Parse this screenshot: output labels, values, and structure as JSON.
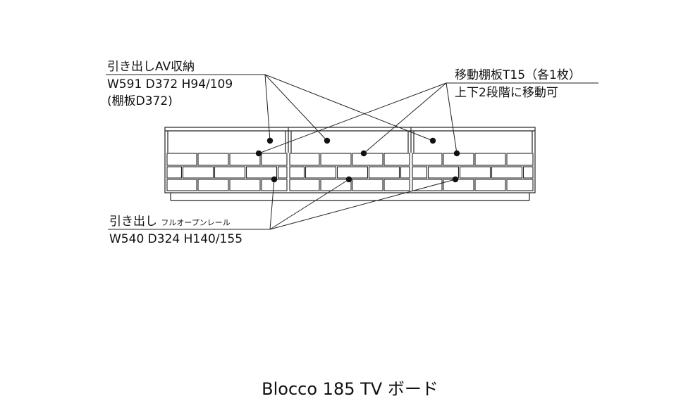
{
  "annotations": {
    "av_drawer": {
      "title": "引き出しAV収納",
      "dims": "W591 D372 H94/109",
      "sub": "(棚板D372)"
    },
    "shelf": {
      "title": "移動棚板T15（各1枚）",
      "note": "上下2段階に移動可"
    },
    "drawer": {
      "title": "引き出し",
      "suffix": "フルオープンレール",
      "dims": "W540 D324 H140/155"
    }
  },
  "caption": "Blocco 185 TV ボード"
}
